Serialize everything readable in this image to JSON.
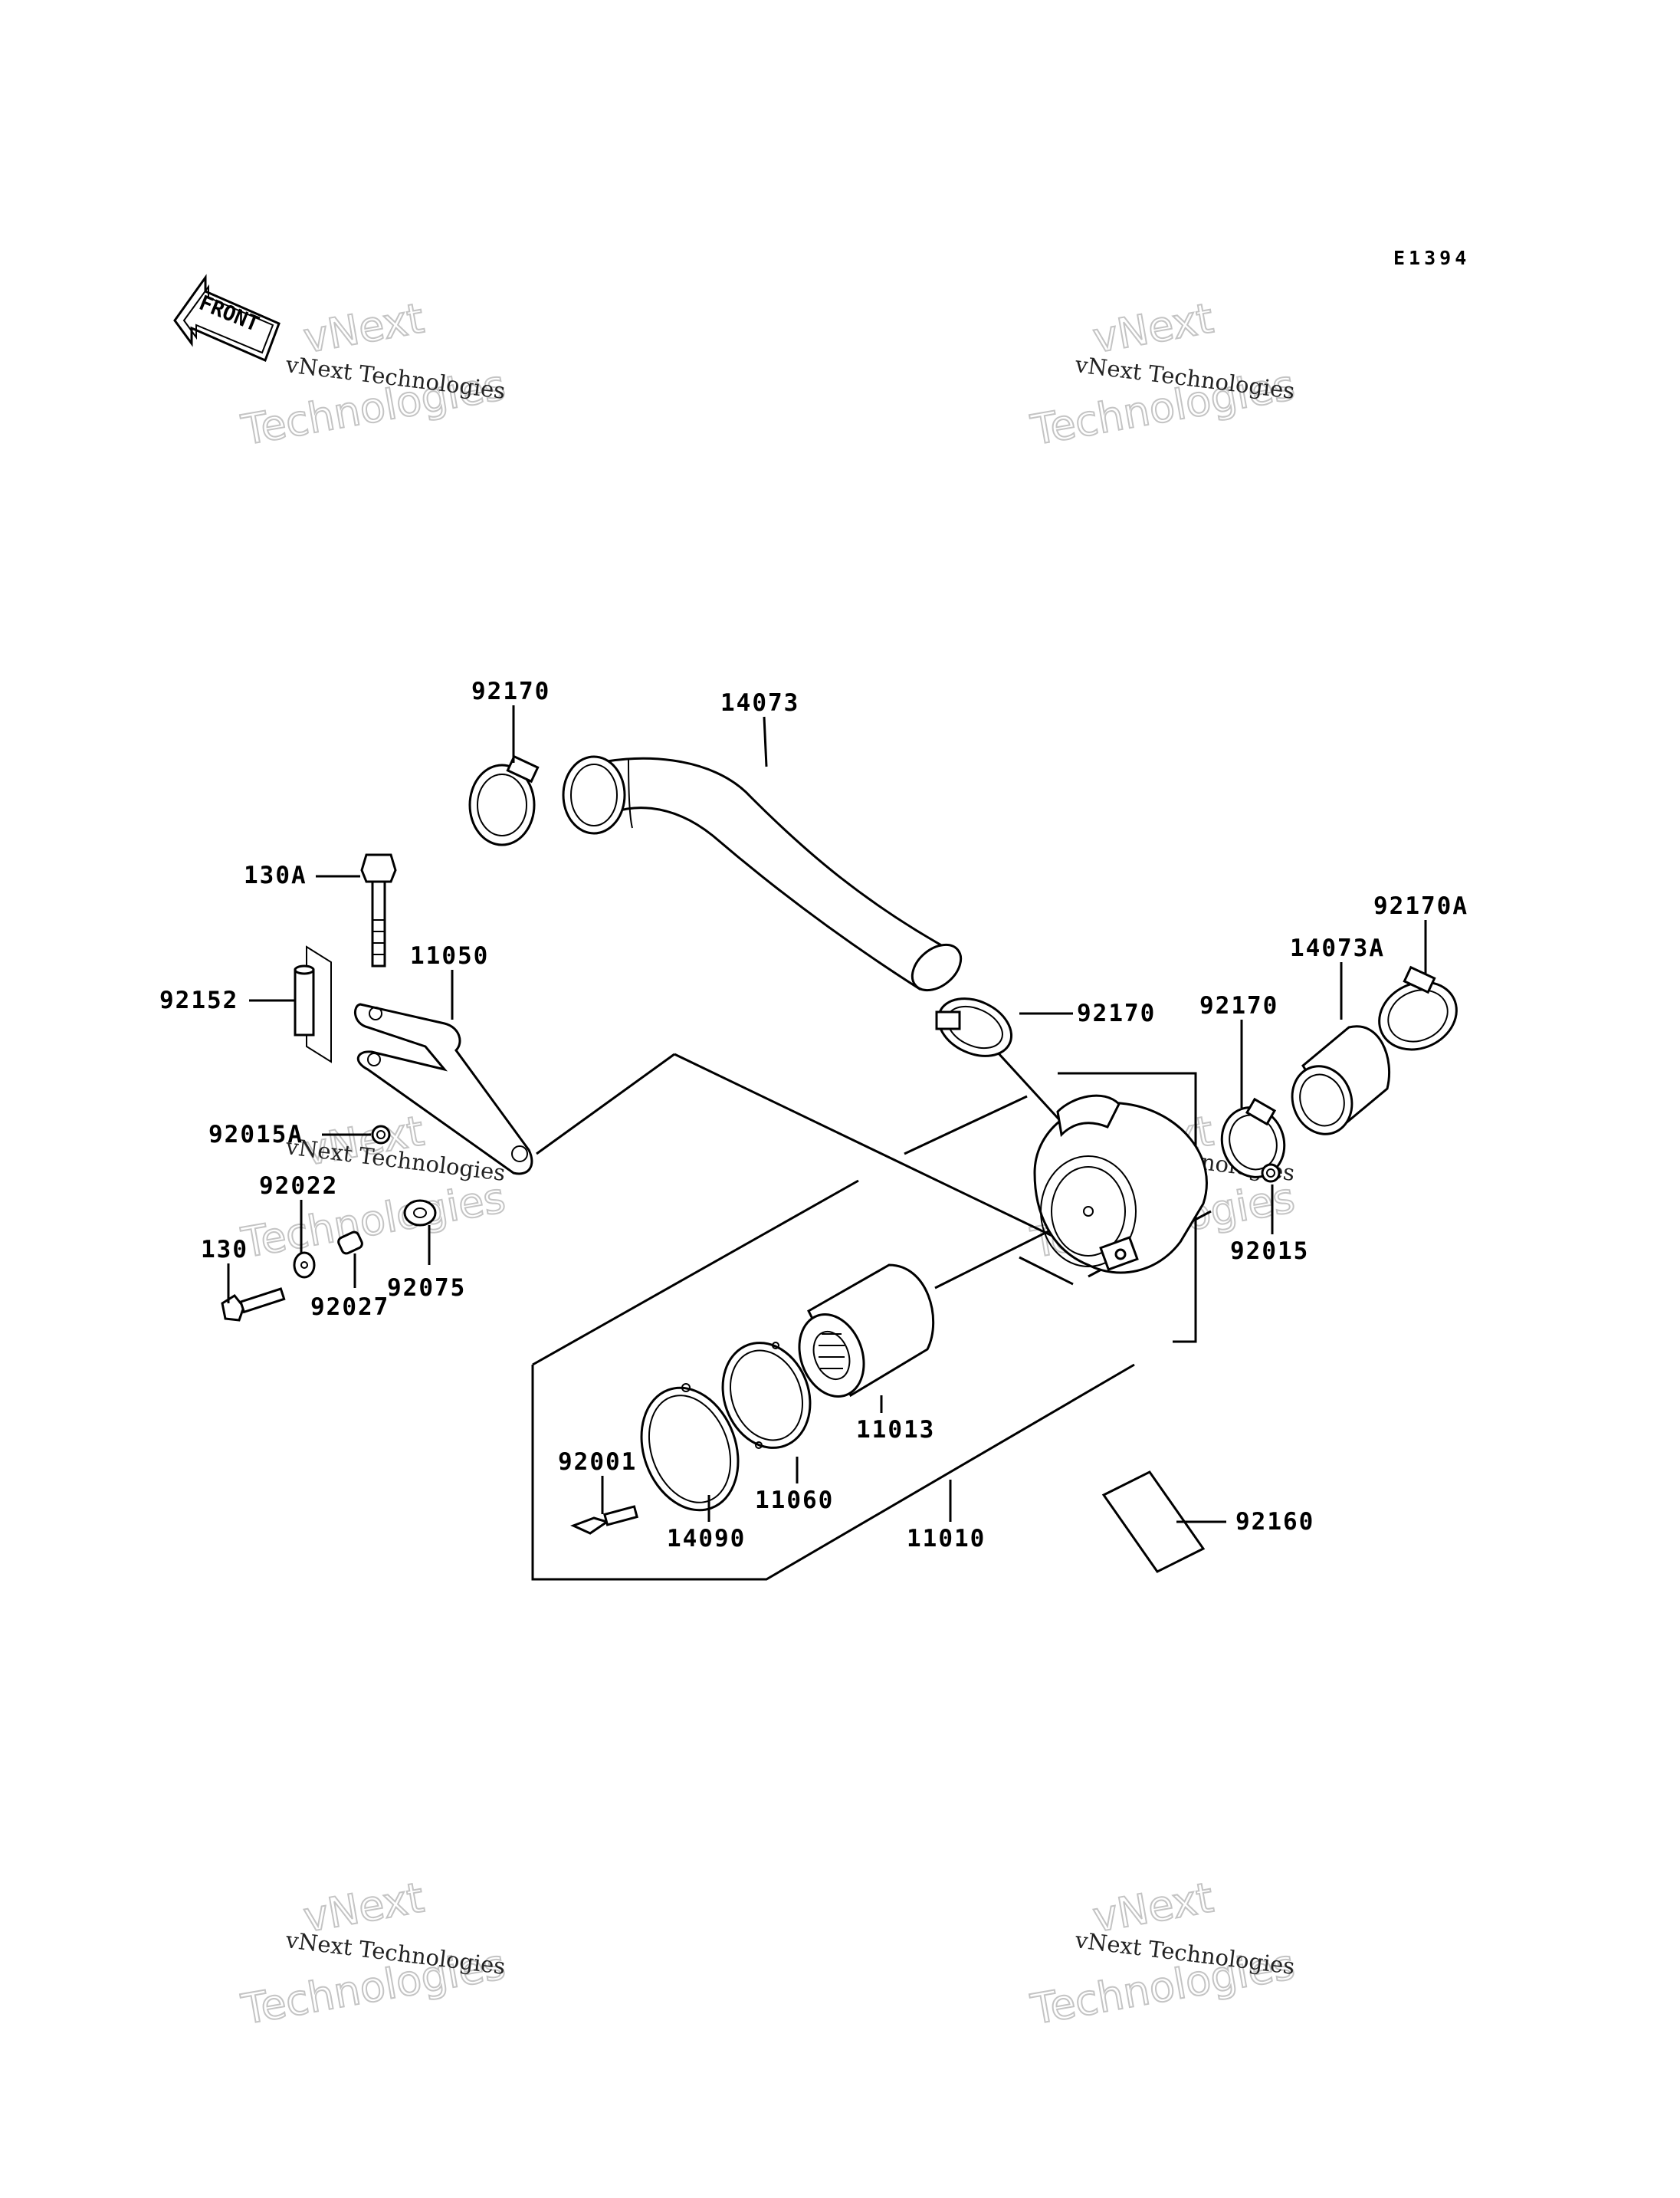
{
  "drawing_id": "E1394",
  "front_arrow": {
    "label": "FRONT"
  },
  "watermark": {
    "line1": "vNext Technologies",
    "line2": "vNext",
    "line3": "Technologies"
  },
  "callouts": [
    {
      "id": "c-92170-top",
      "label": "92170"
    },
    {
      "id": "c-14073",
      "label": "14073"
    },
    {
      "id": "c-130A",
      "label": "130A"
    },
    {
      "id": "c-11050",
      "label": "11050"
    },
    {
      "id": "c-92152",
      "label": "92152"
    },
    {
      "id": "c-92015A",
      "label": "92015A"
    },
    {
      "id": "c-92022",
      "label": "92022"
    },
    {
      "id": "c-130",
      "label": "130"
    },
    {
      "id": "c-92075",
      "label": "92075"
    },
    {
      "id": "c-92027",
      "label": "92027"
    },
    {
      "id": "c-92170-mid",
      "label": "92170"
    },
    {
      "id": "c-92170A",
      "label": "92170A"
    },
    {
      "id": "c-14073A",
      "label": "14073A"
    },
    {
      "id": "c-92170-right",
      "label": "92170"
    },
    {
      "id": "c-92015",
      "label": "92015"
    },
    {
      "id": "c-11013",
      "label": "11013"
    },
    {
      "id": "c-92001",
      "label": "92001"
    },
    {
      "id": "c-11060",
      "label": "11060"
    },
    {
      "id": "c-14090",
      "label": "14090"
    },
    {
      "id": "c-11010",
      "label": "11010"
    },
    {
      "id": "c-92160",
      "label": "92160"
    }
  ]
}
